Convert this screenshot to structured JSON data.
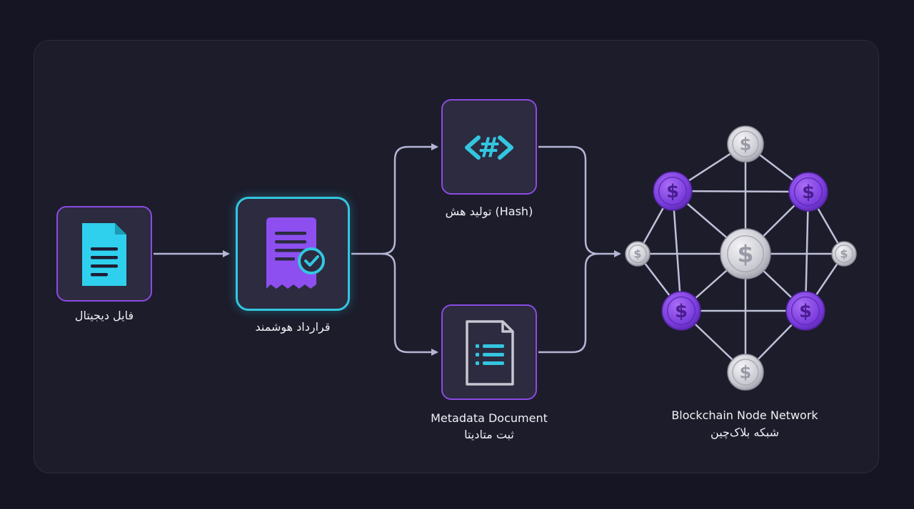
{
  "nodes": {
    "file": {
      "label": "فایل دیجیتال",
      "icon": "document-icon"
    },
    "contract": {
      "label": "قرارداد هوشمند",
      "icon": "smart-contract-check-icon"
    },
    "hash": {
      "label": "تولید هش (Hash)",
      "icon": "hash-code-icon",
      "glyph": "<#>"
    },
    "metadata": {
      "label_en": "Metadata Document",
      "label_fa": "ثبت متادیتا",
      "icon": "list-document-icon"
    },
    "blockchain": {
      "label_en": "Blockchain Node Network",
      "label_fa": "شبکه بلاک‌چین",
      "icon": "coin-network-icon",
      "coin_symbol": "$"
    }
  },
  "colors": {
    "background": "#151524",
    "panel": "#1c1c2b",
    "node_fill": "#2c2b40",
    "purple": "#8a4be2",
    "cyan": "#33c6e0",
    "connector": "#b4b6d4",
    "silver": "#d8d8de"
  }
}
